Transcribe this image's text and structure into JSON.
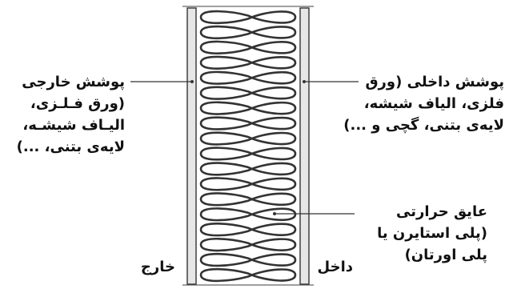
{
  "labels": {
    "outer_cover": [
      "پوشش خارجی",
      "(ورق فـلـزی،",
      "الیـاف شیشـه،",
      "لایه‌ی بتنی، ...)"
    ],
    "inner_cover": [
      "پوشش داخلی (ورق",
      "فلزی، الیاف شیشه،",
      "لایه‌ی بتنی، گچی و ...)"
    ],
    "insulation": [
      "عایق حرارتی",
      "(پلی استایرن یا",
      "پلی اورتان)"
    ],
    "outside": "خارج",
    "inside": "داخل"
  },
  "colors": {
    "line": "#333333",
    "layer_fill": "#e6e6e6",
    "text": "#111111"
  },
  "insulation_loop_count": 18
}
